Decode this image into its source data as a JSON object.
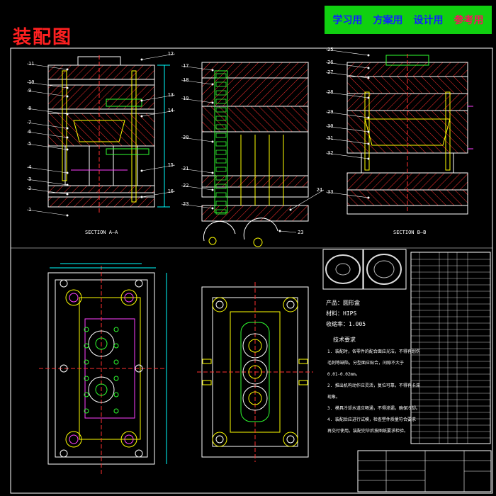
{
  "title": "装配图",
  "banner": {
    "labels": [
      "学习用",
      "方案用",
      "设计用",
      "参考用"
    ],
    "background": "#10d010",
    "text_color": "#1020ff",
    "last_color": "#ff1060"
  },
  "section_labels": {
    "left": "SECTION A—A",
    "right": "SECTION B—B"
  },
  "callouts": {
    "left": [
      "11",
      "10",
      "9",
      "8",
      "7",
      "6",
      "5",
      "4",
      "3",
      "2",
      "1"
    ],
    "left_right": [
      "12",
      "13",
      "14",
      "15",
      "16"
    ],
    "middle": [
      "17",
      "18",
      "19",
      "20",
      "21",
      "22",
      "23"
    ],
    "middle_right": [
      "24"
    ],
    "right": [
      "25",
      "26",
      "27",
      "28",
      "29",
      "30",
      "31",
      "32",
      "33"
    ],
    "detail_ref": "23"
  },
  "notes": {
    "product": "产品：圆形盒",
    "material": "材料：HIPS",
    "shrink": "收缩率：1.005",
    "heading": "技术要求",
    "lines": [
      "1. 装配时，各零件的配合面应光洁，不得有划伤",
      "毛刺等缺陷，分型面应贴合，间隙不大于",
      "0.01-0.02mm。",
      "2. 推出机构动作应灵活，复位可靠，不得有卡滞",
      "现象。",
      "3. 模具冷却水道应畅通，不得渗漏，确保冷却。",
      "4. 装配后应进行试模，检查塑件质量符合要求",
      "再交付使用。装配完毕后按图纸要求检验。"
    ]
  },
  "colors": {
    "outline": "#ffffff",
    "part": "#ffff00",
    "hatch": "#ff3030",
    "center": "#ff3030",
    "dim": "#00ffff",
    "green": "#30ff30",
    "magenta": "#ff40ff"
  }
}
